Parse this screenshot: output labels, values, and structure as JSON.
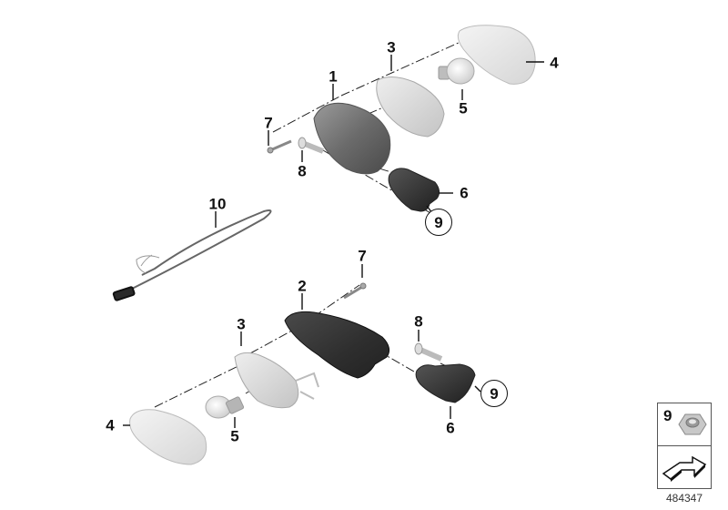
{
  "diagram": {
    "type": "exploded parts diagram",
    "subject": "Turn indicator assembly (front/rear), two variants",
    "id": "484347"
  },
  "callouts": [
    {
      "num": "1",
      "part": "indicator housing (upper, grey)"
    },
    {
      "num": "2",
      "part": "indicator housing (lower, dark)"
    },
    {
      "num": "3",
      "part": "bulb holder / reflector"
    },
    {
      "num": "4",
      "part": "lens, clear"
    },
    {
      "num": "5",
      "part": "bulb"
    },
    {
      "num": "6",
      "part": "mounting bracket / grommet"
    },
    {
      "num": "7",
      "part": "screw"
    },
    {
      "num": "8",
      "part": "bolt"
    },
    {
      "num": "9",
      "part": "hex nut",
      "circled": true
    },
    {
      "num": "10",
      "part": "wiring harness with connector"
    }
  ],
  "labels": {
    "upper": {
      "c1": "1",
      "c3": "3",
      "c4": "4",
      "c5": "5",
      "c6": "6",
      "c7": "7",
      "c8": "8",
      "c9": "9"
    },
    "lower": {
      "c2": "2",
      "c3": "3",
      "c4": "4",
      "c5": "5",
      "c6": "6",
      "c7": "7",
      "c8": "8",
      "c9": "9"
    },
    "harness": {
      "c10": "10"
    }
  },
  "legend": {
    "item_num": "9",
    "item_icon": "hex-nut-icon",
    "nav_icon": "arrow-icon"
  },
  "footer": {
    "diagram_number": "484347"
  }
}
